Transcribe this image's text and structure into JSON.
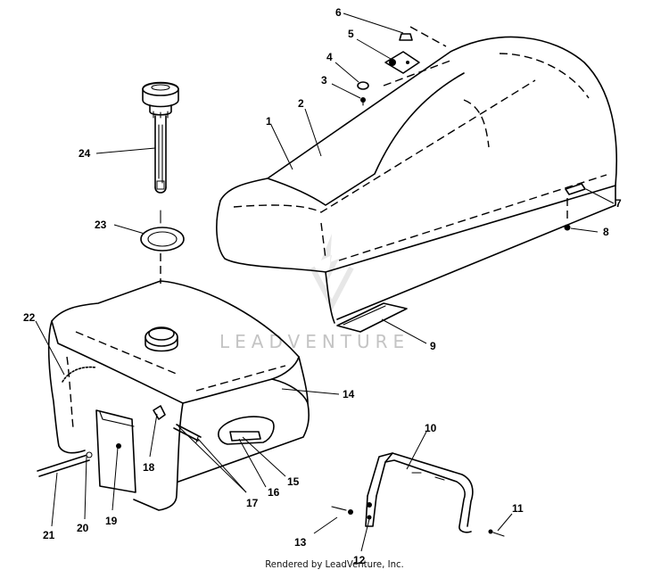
{
  "labels": {
    "l1": "1",
    "l2": "2",
    "l3": "3",
    "l4": "4",
    "l5": "5",
    "l6": "6",
    "l7": "7",
    "l8": "8",
    "l9": "9",
    "l10": "10",
    "l11": "11",
    "l12": "12",
    "l13": "13",
    "l14": "14",
    "l15": "15",
    "l16": "16",
    "l17": "17",
    "l18": "18",
    "l19": "19",
    "l20": "20",
    "l21": "21",
    "l22": "22",
    "l23": "23",
    "l24": "24"
  },
  "watermark": "LEADVENTURE",
  "footer": "Rendered by LeadVenture, Inc."
}
